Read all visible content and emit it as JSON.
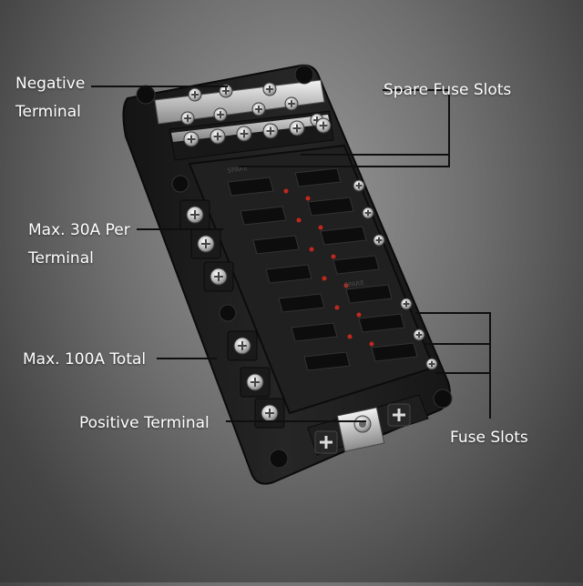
{
  "title": "",
  "labels": {
    "negative_terminal_line1": "Negative",
    "negative_terminal_line2": "Terminal",
    "spare_fuse_slots": "Spare Fuse Slots",
    "max_per_terminal_line1": "Max. 30A Per",
    "max_per_terminal_line2": "Terminal",
    "max_total": "Max. 100A Total",
    "positive_terminal": "Positive Terminal",
    "fuse_slots": "Fuse Slots"
  },
  "slot_markings": {
    "spare": "SPARE"
  },
  "colors": {
    "background": "#5a5a5a",
    "housing": "#1c1c1c",
    "metal": "#c9c9c9",
    "led": "#c0281e",
    "leader_line": "#111111",
    "label_text": "#ffffff"
  },
  "icons": {
    "terminal": "screw-terminal-icon",
    "plus": "plus-sign-icon",
    "led": "led-indicator-icon"
  }
}
